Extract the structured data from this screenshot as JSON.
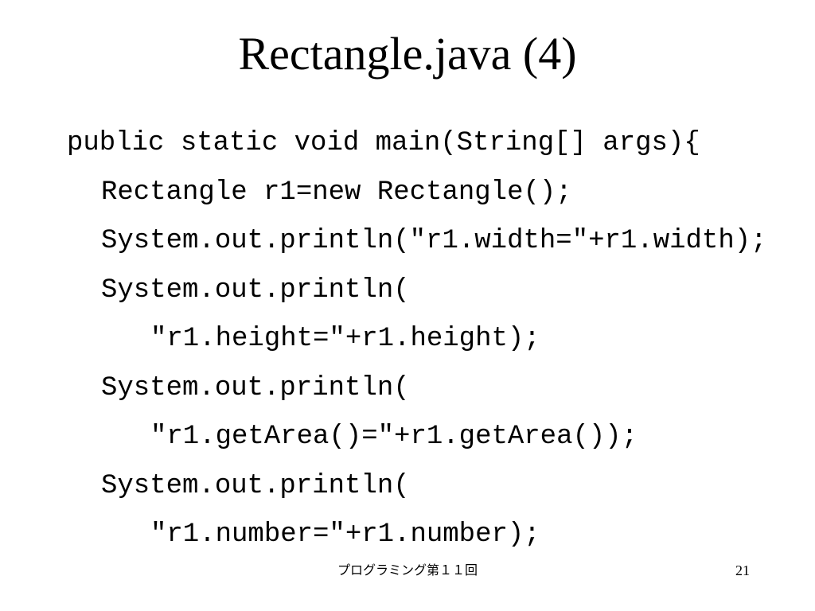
{
  "slide": {
    "title": "Rectangle.java (4)",
    "code_lines": [
      "public static void main(String[] args){",
      "Rectangle r1=new Rectangle();",
      "System.out.println(\"r1.width=\"+r1.width);",
      "System.out.println(",
      "\"r1.height=\"+r1.height);",
      "System.out.println(",
      "\"r1.getArea()=\"+r1.getArea());",
      "System.out.println(",
      "\"r1.number=\"+r1.number);"
    ],
    "footer": {
      "course": "プログラミング第１１回",
      "page_number": "21"
    }
  }
}
